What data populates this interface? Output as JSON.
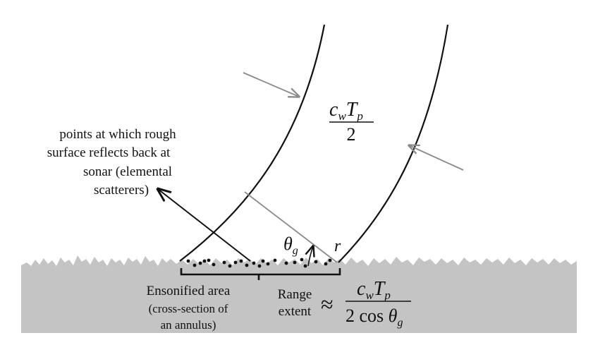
{
  "wavefront_annotation": {
    "numerator_base": "c",
    "numerator_sub1": "w",
    "numerator_base2": "T",
    "numerator_sub2": "p",
    "denominator": "2"
  },
  "scatterer_label": {
    "lines": [
      "points at which rough",
      "surface reflects back at",
      "sonar (elemental",
      "scatterers)"
    ]
  },
  "grazing_angle": {
    "symbol": "θ",
    "subscript": "g"
  },
  "range_symbol": "r",
  "ensonified_label": {
    "line1": "Ensonified area",
    "line2": "(cross-section of",
    "line3": "an annulus)"
  },
  "range_extent": {
    "line1": "Range",
    "line2": "extent",
    "approx": "≈",
    "numerator_base": "c",
    "numerator_sub1": "w",
    "numerator_base2": "T",
    "numerator_sub2": "p",
    "denom_prefix": "2 cos",
    "denom_theta": "θ",
    "denom_sub": "g"
  },
  "colors": {
    "seafloor": "#c4c4c4",
    "wave_line": "#111111",
    "arrow_gray": "#8a8a8a",
    "dots": "#111111"
  }
}
